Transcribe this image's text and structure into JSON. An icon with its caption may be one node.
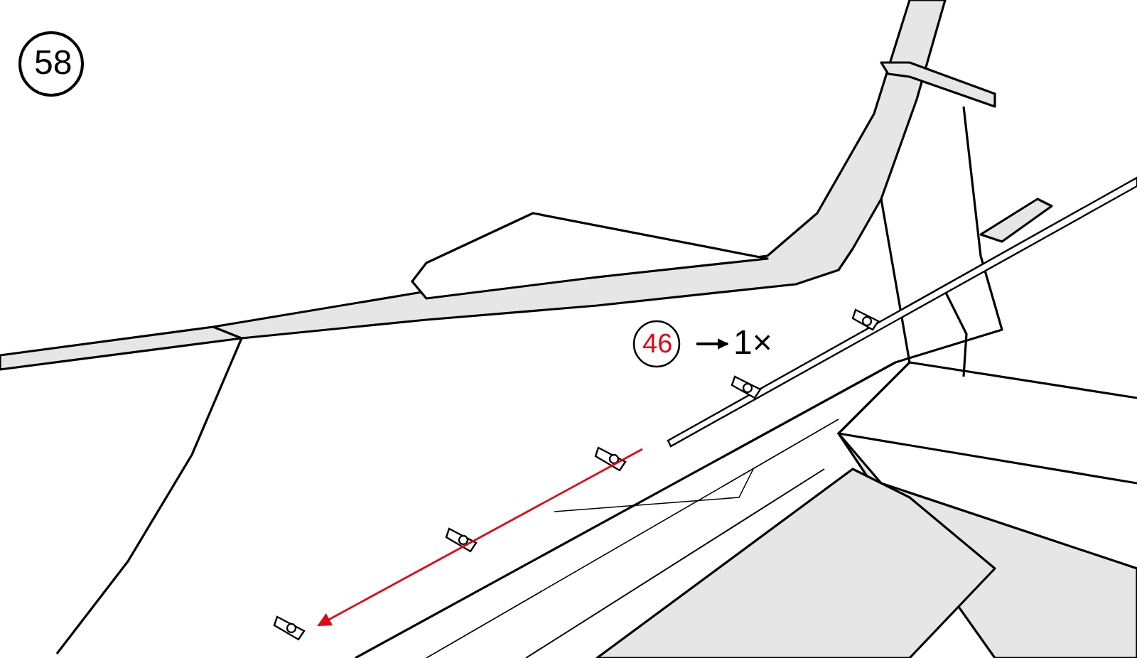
{
  "diagram": {
    "labels": [
      "58",
      "46",
      "1×"
    ]
  }
}
